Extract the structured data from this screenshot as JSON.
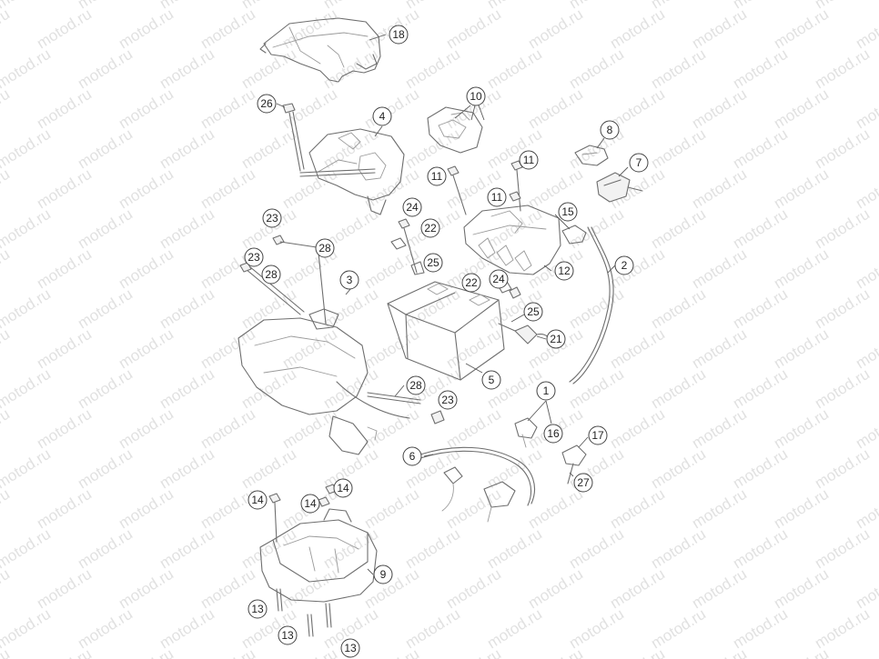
{
  "watermark": {
    "text": "motod.ru",
    "color": "#c9c9c9"
  },
  "callouts": [
    {
      "id": "c18",
      "label": "18"
    },
    {
      "id": "c26",
      "label": "26"
    },
    {
      "id": "c4",
      "label": "4"
    },
    {
      "id": "c10",
      "label": "10"
    },
    {
      "id": "c8",
      "label": "8"
    },
    {
      "id": "c7",
      "label": "7"
    },
    {
      "id": "c11a",
      "label": "11"
    },
    {
      "id": "c11b",
      "label": "11"
    },
    {
      "id": "c11c",
      "label": "11"
    },
    {
      "id": "c24a",
      "label": "24"
    },
    {
      "id": "c22a",
      "label": "22"
    },
    {
      "id": "c15",
      "label": "15"
    },
    {
      "id": "c23a",
      "label": "23"
    },
    {
      "id": "c28a",
      "label": "28"
    },
    {
      "id": "c23b",
      "label": "23"
    },
    {
      "id": "c28b",
      "label": "28"
    },
    {
      "id": "c3",
      "label": "3"
    },
    {
      "id": "c25a",
      "label": "25"
    },
    {
      "id": "c22b",
      "label": "22"
    },
    {
      "id": "c24b",
      "label": "24"
    },
    {
      "id": "c12",
      "label": "12"
    },
    {
      "id": "c2",
      "label": "2"
    },
    {
      "id": "c25b",
      "label": "25"
    },
    {
      "id": "c21",
      "label": "21"
    },
    {
      "id": "c5",
      "label": "5"
    },
    {
      "id": "c28c",
      "label": "28"
    },
    {
      "id": "c23c",
      "label": "23"
    },
    {
      "id": "c1",
      "label": "1"
    },
    {
      "id": "c16",
      "label": "16"
    },
    {
      "id": "c17",
      "label": "17"
    },
    {
      "id": "c6",
      "label": "6"
    },
    {
      "id": "c27",
      "label": "27"
    },
    {
      "id": "c14a",
      "label": "14"
    },
    {
      "id": "c14b",
      "label": "14"
    },
    {
      "id": "c14c",
      "label": "14"
    },
    {
      "id": "c9",
      "label": "9"
    },
    {
      "id": "c13a",
      "label": "13"
    },
    {
      "id": "c13b",
      "label": "13"
    },
    {
      "id": "c13c",
      "label": "13"
    }
  ]
}
